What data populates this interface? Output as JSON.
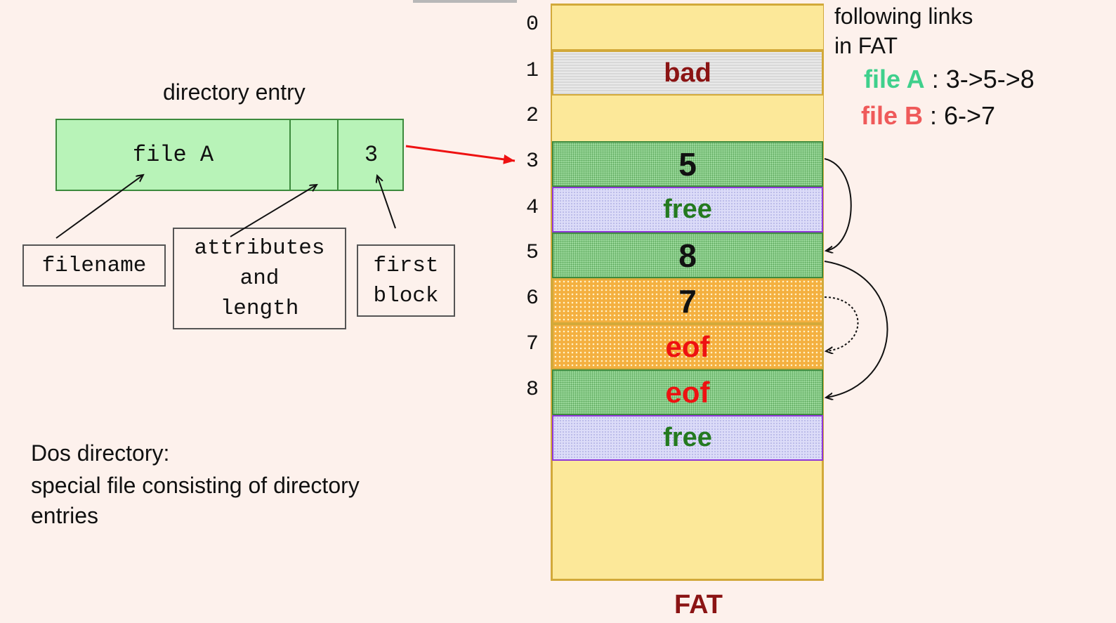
{
  "directory": {
    "title": "directory entry",
    "filename_value": "file A",
    "first_block_value": "3",
    "labels": {
      "filename": "filename",
      "attributes_lines": [
        "attributes",
        "and",
        "length"
      ],
      "first_block_lines": [
        "first",
        "block"
      ]
    }
  },
  "dos": {
    "title": "Dos directory:",
    "description": "special file consisting of directory entries"
  },
  "fat": {
    "label": "FAT",
    "indices": [
      "0",
      "1",
      "2",
      "3",
      "4",
      "5",
      "6",
      "7",
      "8"
    ],
    "rows": [
      {
        "index": "0",
        "value": "",
        "kind": "empty"
      },
      {
        "index": "1",
        "value": "bad",
        "kind": "bad"
      },
      {
        "index": "2",
        "value": "",
        "kind": "empty"
      },
      {
        "index": "3",
        "value": "5",
        "kind": "file-a"
      },
      {
        "index": "4",
        "value": "free",
        "kind": "free"
      },
      {
        "index": "5",
        "value": "8",
        "kind": "file-a"
      },
      {
        "index": "6",
        "value": "7",
        "kind": "file-b"
      },
      {
        "index": "7",
        "value": "eof",
        "kind": "file-b"
      },
      {
        "index": "8",
        "value": "eof",
        "kind": "file-a"
      },
      {
        "index": "",
        "value": "free",
        "kind": "free"
      }
    ]
  },
  "links": {
    "title_lines": [
      "following links",
      "in FAT"
    ],
    "file_a": {
      "name": "file A",
      "chain": " : 3->5->8"
    },
    "file_b": {
      "name": "file B",
      "chain": " : 6->7"
    }
  },
  "colors": {
    "background": "#fdf1ec",
    "entry_fill": "#b8f3b8",
    "fat_fill": "#fce899",
    "file_a_name": "#3fd08c",
    "file_b_name": "#ef5a5a",
    "eof_text": "#ee1111",
    "free_text": "#247a1f",
    "fat_label": "#8b1414",
    "pointer_arrow": "#ee1111"
  }
}
